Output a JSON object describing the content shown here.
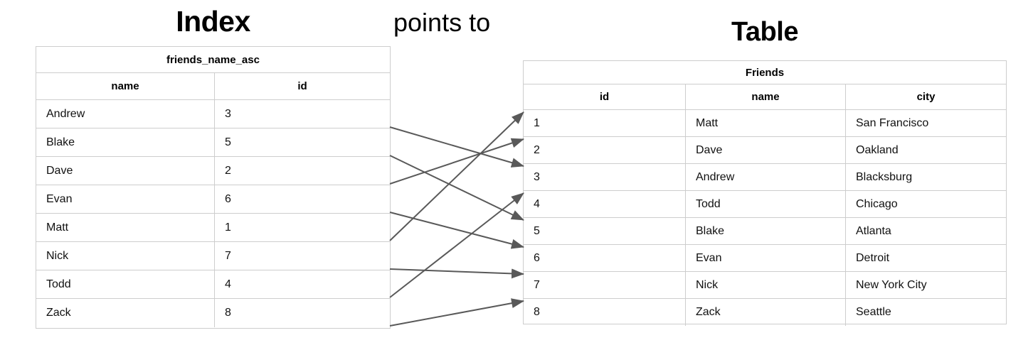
{
  "captions": {
    "index": "Index",
    "points_to": "points to",
    "table": "Table"
  },
  "index_table": {
    "title": "friends_name_asc",
    "columns": [
      "name",
      "id"
    ],
    "rows": [
      {
        "name": "Andrew",
        "id": "3"
      },
      {
        "name": "Blake",
        "id": "5"
      },
      {
        "name": "Dave",
        "id": "2"
      },
      {
        "name": "Evan",
        "id": "6"
      },
      {
        "name": "Matt",
        "id": "1"
      },
      {
        "name": "Nick",
        "id": "7"
      },
      {
        "name": "Todd",
        "id": "4"
      },
      {
        "name": "Zack",
        "id": "8"
      }
    ]
  },
  "friends_table": {
    "title": "Friends",
    "columns": [
      "id",
      "name",
      "city"
    ],
    "rows": [
      {
        "id": "1",
        "name": "Matt",
        "city": "San Francisco"
      },
      {
        "id": "2",
        "name": "Dave",
        "city": "Oakland"
      },
      {
        "id": "3",
        "name": "Andrew",
        "city": "Blacksburg"
      },
      {
        "id": "4",
        "name": "Todd",
        "city": "Chicago"
      },
      {
        "id": "5",
        "name": "Blake",
        "city": "Atlanta"
      },
      {
        "id": "6",
        "name": "Evan",
        "city": "Detroit"
      },
      {
        "id": "7",
        "name": "Nick",
        "city": "New York City"
      },
      {
        "id": "8",
        "name": "Zack",
        "city": "Seattle"
      }
    ]
  },
  "connectors": {
    "line_color": "#595959",
    "line_width": 2,
    "links": [
      {
        "from_index_row": 0,
        "from_name": "Andrew",
        "to_table_row": 2,
        "to_id": "3"
      },
      {
        "from_index_row": 1,
        "from_name": "Blake",
        "to_table_row": 4,
        "to_id": "5"
      },
      {
        "from_index_row": 2,
        "from_name": "Dave",
        "to_table_row": 1,
        "to_id": "2"
      },
      {
        "from_index_row": 3,
        "from_name": "Evan",
        "to_table_row": 5,
        "to_id": "6"
      },
      {
        "from_index_row": 4,
        "from_name": "Matt",
        "to_table_row": 0,
        "to_id": "1"
      },
      {
        "from_index_row": 5,
        "from_name": "Nick",
        "to_table_row": 6,
        "to_id": "7"
      },
      {
        "from_index_row": 6,
        "from_name": "Todd",
        "to_table_row": 3,
        "to_id": "4"
      },
      {
        "from_index_row": 7,
        "from_name": "Zack",
        "to_table_row": 7,
        "to_id": "8"
      }
    ]
  },
  "colors": {
    "border": "#cdcdcd",
    "text": "#111111",
    "arrow": "#595959",
    "background": "#ffffff"
  }
}
